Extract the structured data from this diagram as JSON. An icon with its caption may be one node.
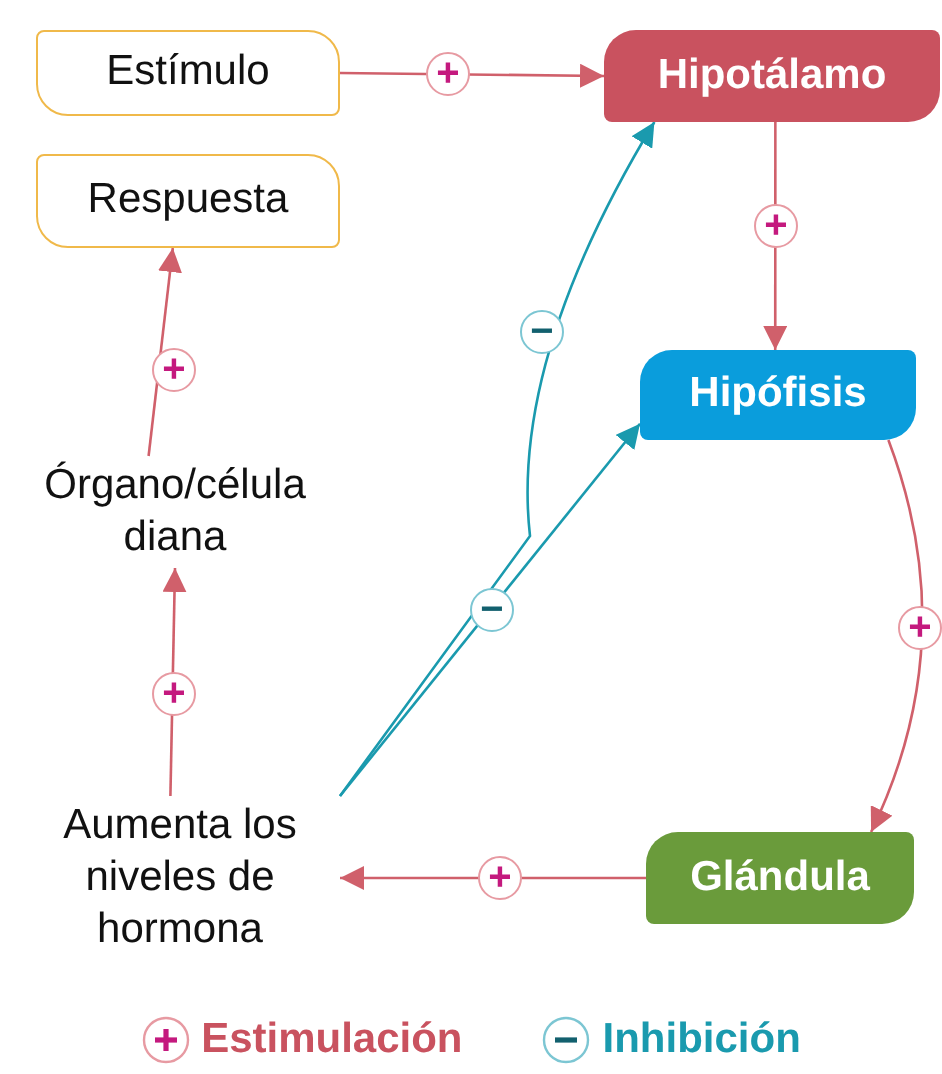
{
  "diagram": {
    "nodes": [
      {
        "text": [
          "Estímulo"
        ]
      },
      {
        "text": [
          "Hipotálamo"
        ]
      },
      {
        "text": [
          "Respuesta"
        ]
      },
      {
        "text": [
          "Hipófisis"
        ]
      },
      {
        "text": [
          "Órgano/célula diana"
        ]
      },
      {
        "text": [
          "Aumenta los niveles de hormona"
        ]
      },
      {
        "text": [
          "Glándula"
        ]
      }
    ],
    "edges": [
      {
        "from": 0,
        "to": 1,
        "arrow": "to",
        "label": "+"
      },
      {
        "from": 1,
        "to": 3,
        "arrow": "to",
        "label": "+"
      },
      {
        "from": 3,
        "to": 6,
        "arrow": "to",
        "label": "+"
      },
      {
        "from": 6,
        "to": 5,
        "arrow": "to",
        "label": "+"
      },
      {
        "from": 5,
        "to": 4,
        "arrow": "to",
        "label": "+"
      },
      {
        "from": 4,
        "to": 2,
        "arrow": "to",
        "label": "+"
      },
      {
        "from": 5,
        "to": 1,
        "arrow": "to",
        "label": "−",
        "color": "#1a9aae"
      },
      {
        "from": 5,
        "to": 3,
        "arrow": "to",
        "label": "−",
        "color": "#1a9aae"
      }
    ],
    "legend": [
      {
        "text": "Estimulación"
      },
      {
        "text": "Inhibición"
      }
    ]
  }
}
